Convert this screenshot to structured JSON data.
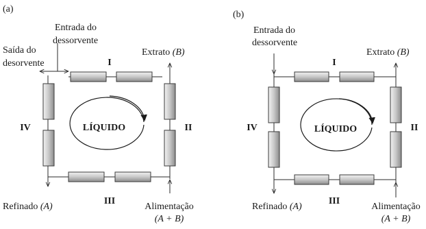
{
  "colors": {
    "column_fill": "#cfcfcf",
    "column_shade": "#8c8c8c",
    "line": "#2a2a2a"
  },
  "panels": [
    {
      "tag": "(a)",
      "sections": {
        "top": "I",
        "right": "II",
        "bottom": "III",
        "left": "IV"
      },
      "center_label": "LÍQUIDO",
      "desorbent_in": {
        "l1": "Entrada do",
        "l2": "dessorvente"
      },
      "desorbent_out": {
        "l1": "Saída do",
        "l2": "desorvente"
      },
      "extract": {
        "name": "Extrato",
        "species": "(B)"
      },
      "raffinate": {
        "name": "Refinado",
        "species": "(A)"
      },
      "feed": {
        "name": "Alimentação",
        "species": "(A + B)"
      }
    },
    {
      "tag": "(b)",
      "sections": {
        "top": "I",
        "right": "II",
        "bottom": "III",
        "left": "IV"
      },
      "center_label": "LÍQUIDO",
      "desorbent_in": {
        "l1": "Entrada do",
        "l2": "dessorvente"
      },
      "extract": {
        "name": "Extrato",
        "species": "(B)"
      },
      "raffinate": {
        "name": "Refinado",
        "species": "(A)"
      },
      "feed": {
        "name": "Alimentação",
        "species": "(A + B)"
      }
    }
  ]
}
